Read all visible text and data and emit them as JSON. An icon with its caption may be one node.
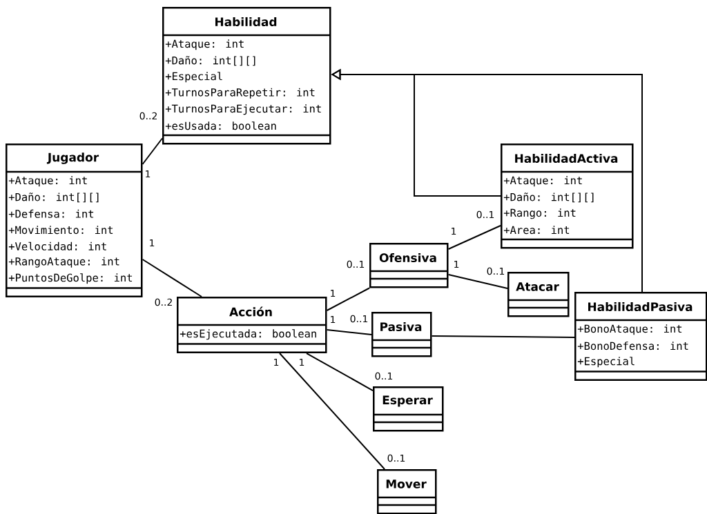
{
  "diagram": {
    "nodes": [
      {
        "text": [
          "Habilidad",
          "+Ataque: int",
          "+Daño: int[][]",
          "+Especial",
          "+TurnosParaRepetir: int",
          "+TurnosParaEjecutar: int",
          "+esUsada: boolean"
        ]
      },
      {
        "text": [
          "Jugador",
          "+Ataque: int",
          "+Daño: int[][]",
          "+Defensa: int",
          "+Movimiento: int",
          "+Velocidad: int",
          "+RangoAtaque: int",
          "+PuntosDeGolpe: int"
        ]
      },
      {
        "text": [
          "HabilidadActiva",
          "+Ataque: int",
          "+Daño: int[][]",
          "+Rango: int",
          "+Area: int"
        ]
      },
      {
        "text": [
          "Ofensiva"
        ]
      },
      {
        "text": [
          "Atacar"
        ]
      },
      {
        "text": [
          "Acción",
          "+esEjecutada: boolean"
        ]
      },
      {
        "text": [
          "Pasiva"
        ]
      },
      {
        "text": [
          "HabilidadPasiva",
          "+BonoAtaque: int",
          "+BonoDefensa: int",
          "+Especial"
        ]
      },
      {
        "text": [
          "Esperar"
        ]
      },
      {
        "text": [
          "Mover"
        ]
      }
    ],
    "edges": [
      {
        "from": 1,
        "to": 0,
        "arrow": "none"
      },
      {
        "from": 1,
        "to": 5,
        "arrow": "none"
      },
      {
        "from": 5,
        "to": 3,
        "arrow": "none"
      },
      {
        "from": 5,
        "to": 6,
        "arrow": "none"
      },
      {
        "from": 5,
        "to": 8,
        "arrow": "none"
      },
      {
        "from": 5,
        "to": 9,
        "arrow": "none"
      },
      {
        "from": 3,
        "to": 2,
        "arrow": "none"
      },
      {
        "from": 3,
        "to": 4,
        "arrow": "none"
      },
      {
        "from": 6,
        "to": 7,
        "arrow": "none"
      },
      {
        "from": 2,
        "to": 0,
        "arrow": "to"
      },
      {
        "from": 7,
        "to": 0,
        "arrow": "to"
      }
    ],
    "labels": [
      "0..2",
      "1",
      "0..1",
      "1",
      "1",
      "0..1",
      "1",
      "0..1",
      "1",
      "0..2",
      "1",
      "0..1",
      "1",
      "1",
      "0..1",
      "0..1"
    ]
  }
}
